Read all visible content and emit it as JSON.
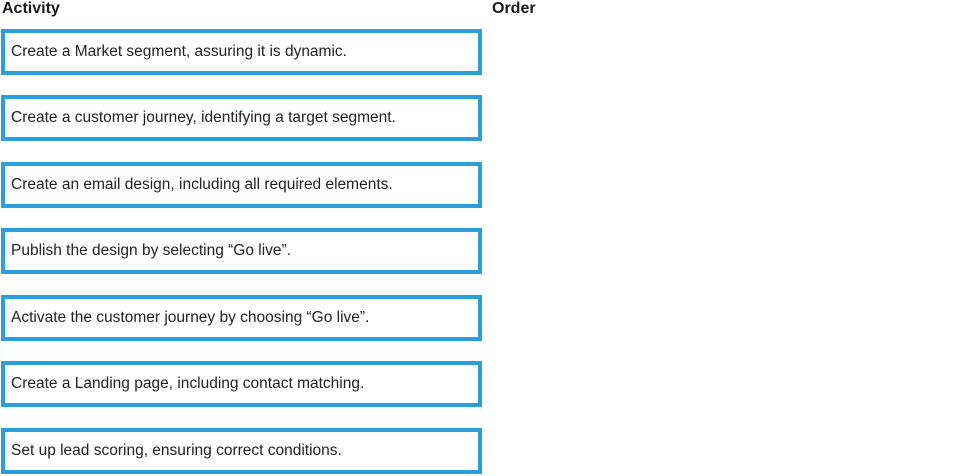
{
  "headings": {
    "activity": "Activity",
    "order": "Order"
  },
  "activities": [
    {
      "label": "Create a Market segment, assuring it is dynamic."
    },
    {
      "label": "Create a customer journey, identifying a target segment."
    },
    {
      "label": "Create an email design, including all required elements."
    },
    {
      "label": "Publish the design by selecting “Go live”."
    },
    {
      "label": "Activate the customer journey by choosing “Go live”."
    },
    {
      "label": "Create a Landing page, including contact matching."
    },
    {
      "label": "Set up lead scoring, ensuring correct conditions."
    }
  ],
  "colors": {
    "item_border": "#2a9fd9"
  }
}
